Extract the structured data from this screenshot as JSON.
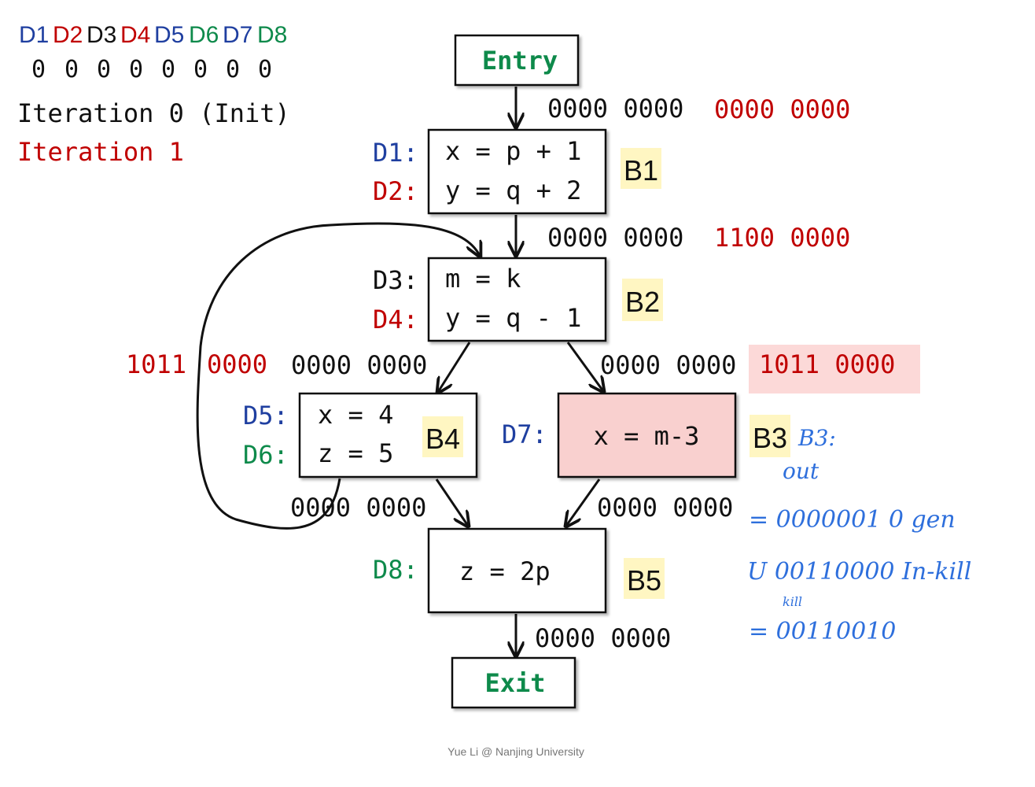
{
  "colors": {
    "blue": "#1f3fa0",
    "red": "#c00000",
    "green": "#0e8a4b",
    "black": "#111111",
    "label_bg": "#fff6c2",
    "b3_bg": "#f9d0cf",
    "highlight_bg": "#fcd9d8",
    "ink": "#2e6fdc",
    "footer": "#777777"
  },
  "legend": {
    "defs": [
      "D1",
      "D2",
      "D3",
      "D4",
      "D5",
      "D6",
      "D7",
      "D8"
    ],
    "initial_bits": [
      "0",
      "0",
      "0",
      "0",
      "0",
      "0",
      "0",
      "0"
    ],
    "iteration0": "Iteration 0 (Init)",
    "iteration1": "Iteration 1"
  },
  "nodes": {
    "entry": "Entry",
    "exit": "Exit",
    "b1": {
      "label": "B1",
      "defs": [
        "D1:",
        "D2:"
      ],
      "stmts": [
        "x = p + 1",
        "y = q + 2"
      ]
    },
    "b2": {
      "label": "B2",
      "defs": [
        "D3:",
        "D4:"
      ],
      "stmts": [
        "m = k",
        "y = q - 1"
      ]
    },
    "b4": {
      "label": "B4",
      "defs": [
        "D5:",
        "D6:"
      ],
      "stmts": [
        "x = 4",
        "z = 5"
      ]
    },
    "b3": {
      "label": "B3",
      "defs": [
        "D7:"
      ],
      "stmts": [
        "x = m-3"
      ]
    },
    "b5": {
      "label": "B5",
      "defs": [
        "D8:"
      ],
      "stmts": [
        "z = 2p"
      ]
    }
  },
  "bit_labels": {
    "entry_b1_iter0": "0000 0000",
    "entry_b1_iter1": "0000 0000",
    "b1_b2_iter0": "0000 0000",
    "b1_b2_iter1": "1100 0000",
    "b4_left_iter1_a": "1011",
    "b4_left_iter1_b": "0000",
    "b4_left_iter0": "0000 0000",
    "b3_iter0": "0000 0000",
    "b3_iter1": "1011 0000",
    "b4_out_iter0": "0000 0000",
    "b3_out_iter0": "0000 0000",
    "b5_exit_iter0": "0000 0000"
  },
  "annotations": {
    "title_a": "B3:",
    "title_b": "out",
    "line1": "= 0000001 0 gen",
    "line2": "U 00110000 In-kill",
    "line2_sub": "kill",
    "line3": "= 00110010"
  },
  "footer": "Yue Li @ Nanjing University"
}
